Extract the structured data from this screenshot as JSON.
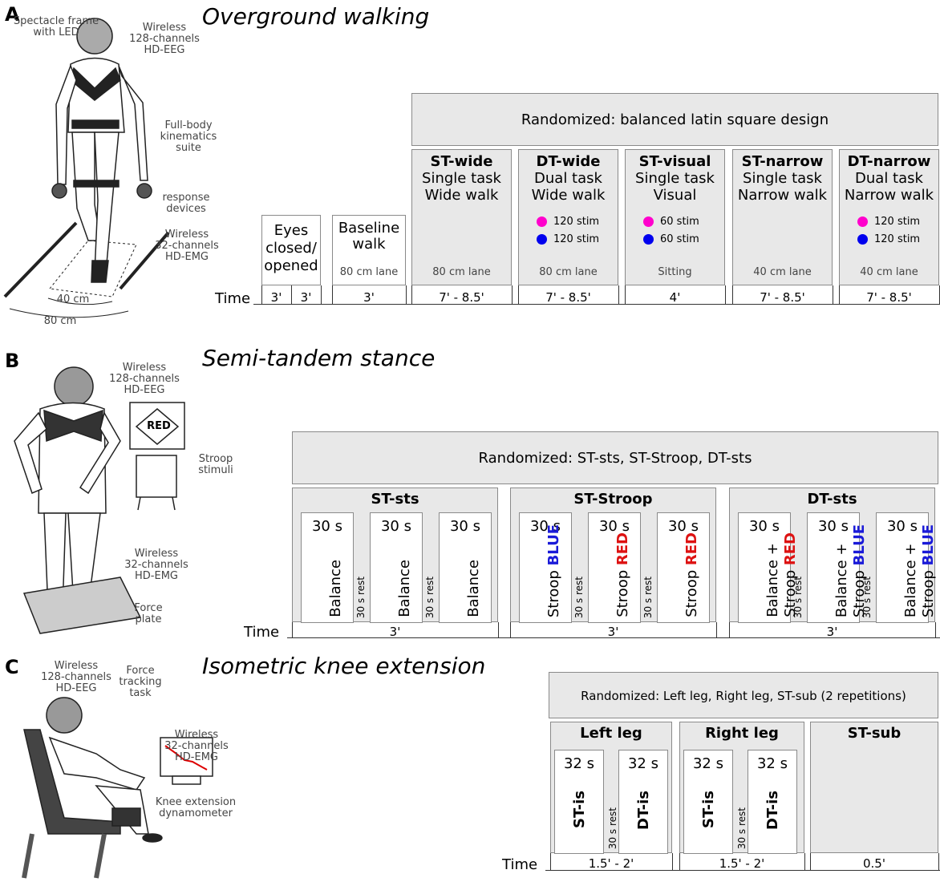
{
  "panelA": {
    "letter": "A",
    "title": "Overground walking",
    "labels": {
      "spectacle": "Spectacle frame\nwith LED",
      "eeg": "Wireless\n128-channels\nHD-EEG",
      "kinematics": "Full-body\nkinematics\nsuite",
      "response": "response\ndevices",
      "emg": "Wireless\n32-channels\nHD-EMG",
      "w40": "40 cm",
      "w80": "80 cm"
    },
    "randomized": "Randomized: balanced latin square design",
    "eyes": "Eyes\nclosed/\nopened",
    "baseline": "Baseline\nwalk",
    "baseline_lane": "80 cm lane",
    "conditions": [
      {
        "code": "ST-wide",
        "line1": "Single task",
        "line2": "Wide walk",
        "stims": [],
        "lane": "80 cm lane",
        "time": "7' - 8.5'"
      },
      {
        "code": "DT-wide",
        "line1": "Dual task",
        "line2": "Wide walk",
        "stims": [
          "120 stim",
          "120 stim"
        ],
        "lane": "80 cm lane",
        "time": "7' - 8.5'"
      },
      {
        "code": "ST-visual",
        "line1": "Single task",
        "line2": "Visual",
        "stims": [
          "60 stim",
          "60 stim"
        ],
        "lane": "Sitting",
        "time": "4'"
      },
      {
        "code": "ST-narrow",
        "line1": "Single task",
        "line2": "Narrow walk",
        "stims": [],
        "lane": "40 cm lane",
        "time": "7' - 8.5'"
      },
      {
        "code": "DT-narrow",
        "line1": "Dual task",
        "line2": "Narrow walk",
        "stims": [
          "120 stim",
          "120 stim"
        ],
        "lane": "40 cm lane",
        "time": "7' - 8.5'"
      }
    ],
    "time_label": "Time",
    "time_eyes1": "3'",
    "time_eyes2": "3'",
    "time_baseline": "3'"
  },
  "panelB": {
    "letter": "B",
    "title": "Semi-tandem stance",
    "labels": {
      "eeg": "Wireless\n128-channels\nHD-EEG",
      "stroop": "Stroop\nstimuli",
      "screen_word": "RED",
      "emg": "Wireless\n32-channels\nHD-EMG",
      "force": "Force\nplate"
    },
    "randomized": "Randomized: ST-sts, ST-Stroop, DT-sts",
    "groups": [
      {
        "name": "ST-sts",
        "blocks": [
          {
            "dur": "30 s",
            "text": "Balance",
            "word": ""
          },
          {
            "dur": "30 s",
            "text": "Balance",
            "word": ""
          },
          {
            "dur": "30 s",
            "text": "Balance",
            "word": ""
          }
        ],
        "time": "3'"
      },
      {
        "name": "ST-Stroop",
        "blocks": [
          {
            "dur": "30 s",
            "text": "Stroop",
            "word": "BLUE"
          },
          {
            "dur": "30 s",
            "text": "Stroop",
            "word": "RED"
          },
          {
            "dur": "30 s",
            "text": "Stroop",
            "word": "RED"
          }
        ],
        "time": "3'"
      },
      {
        "name": "DT-sts",
        "blocks": [
          {
            "dur": "30 s",
            "text": "Balance +\nStroop",
            "word": "RED"
          },
          {
            "dur": "30 s",
            "text": "Balance +\nStroop",
            "word": "BLUE"
          },
          {
            "dur": "30 s",
            "text": "Balance +\nStroop",
            "word": "BLUE"
          }
        ],
        "time": "3'"
      }
    ],
    "rest": "30 s rest",
    "time_label": "Time"
  },
  "panelC": {
    "letter": "C",
    "title": "Isometric knee extension",
    "labels": {
      "eeg": "Wireless\n128-channels\nHD-EEG",
      "task": "Force\ntracking\ntask",
      "emg": "Wireless\n32-channels\nHD-EMG",
      "dyn": "Knee extension\ndynamometer"
    },
    "randomized": "Randomized: Left leg, Right leg, ST-sub (2 repetitions)",
    "groups": [
      {
        "name": "Left leg",
        "blocks": [
          {
            "dur": "32 s",
            "text": "ST-is"
          },
          {
            "dur": "32 s",
            "text": "DT-is"
          }
        ],
        "time": "1.5' - 2'"
      },
      {
        "name": "Right leg",
        "blocks": [
          {
            "dur": "32 s",
            "text": "ST-is"
          },
          {
            "dur": "32 s",
            "text": "DT-is"
          }
        ],
        "time": "1.5' - 2'"
      },
      {
        "name": "ST-sub",
        "blocks": [],
        "time": "0.5'"
      }
    ],
    "rest": "30 s rest",
    "time_label": "Time"
  },
  "colors": {
    "magenta": "#ff00cc",
    "blue": "#0000ee",
    "red": "#dd1111",
    "stroopBlue": "#1a1ad8",
    "boxGray": "#e8e8e8"
  }
}
